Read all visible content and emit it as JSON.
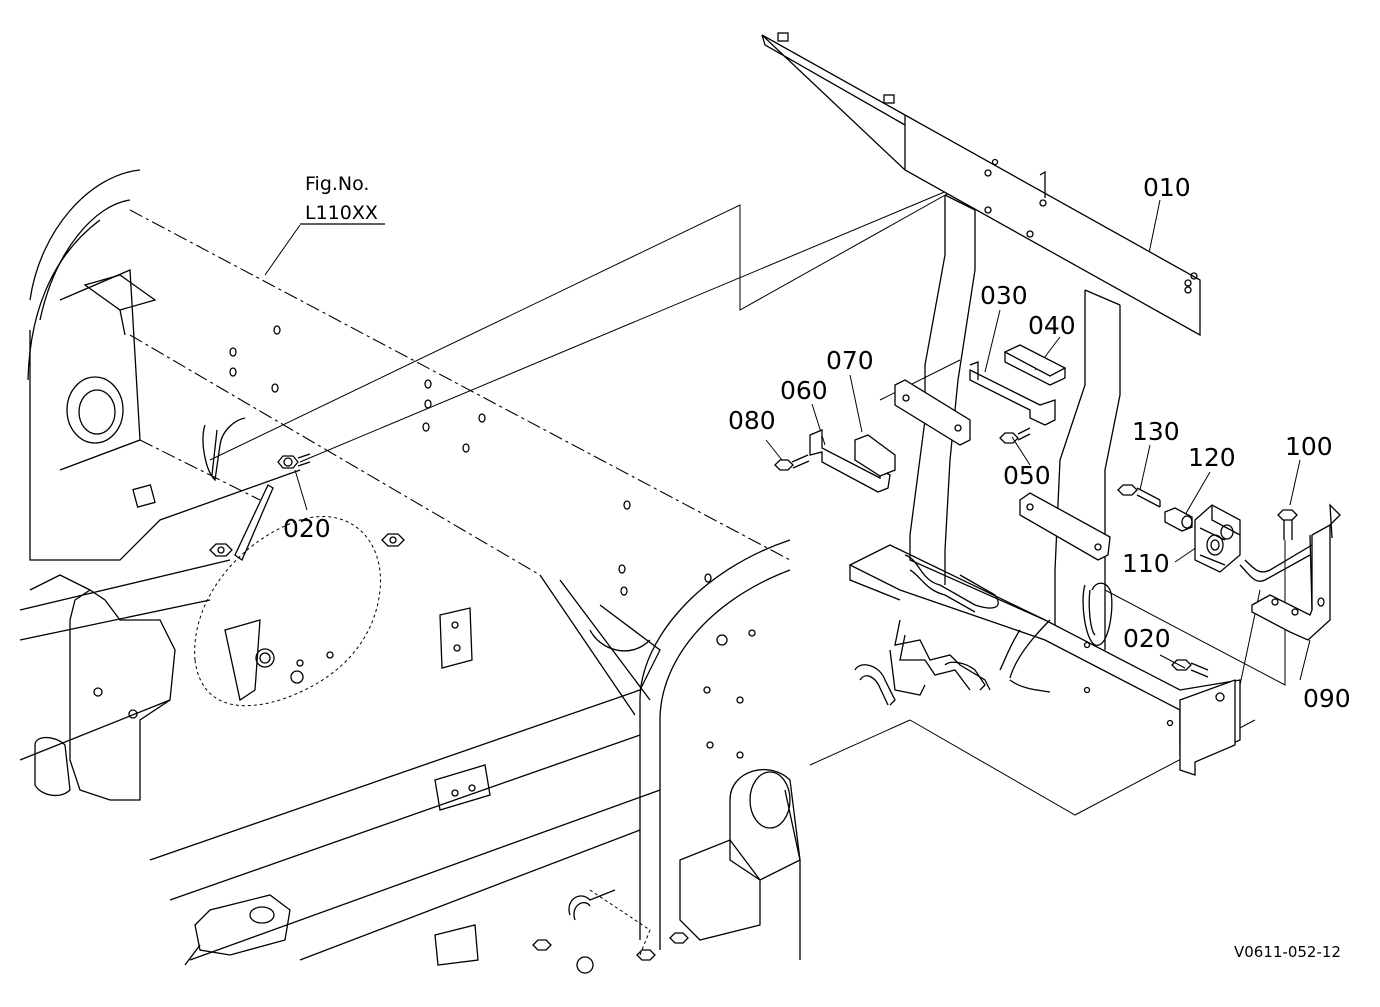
{
  "figure_reference": {
    "line1": "Fig.No.",
    "line2": "L110XX"
  },
  "part_labels": [
    "010",
    "020",
    "030",
    "040",
    "050",
    "060",
    "070",
    "080",
    "090",
    "100",
    "110",
    "120",
    "130",
    "020"
  ],
  "drawing_code": "V0611-052-12"
}
